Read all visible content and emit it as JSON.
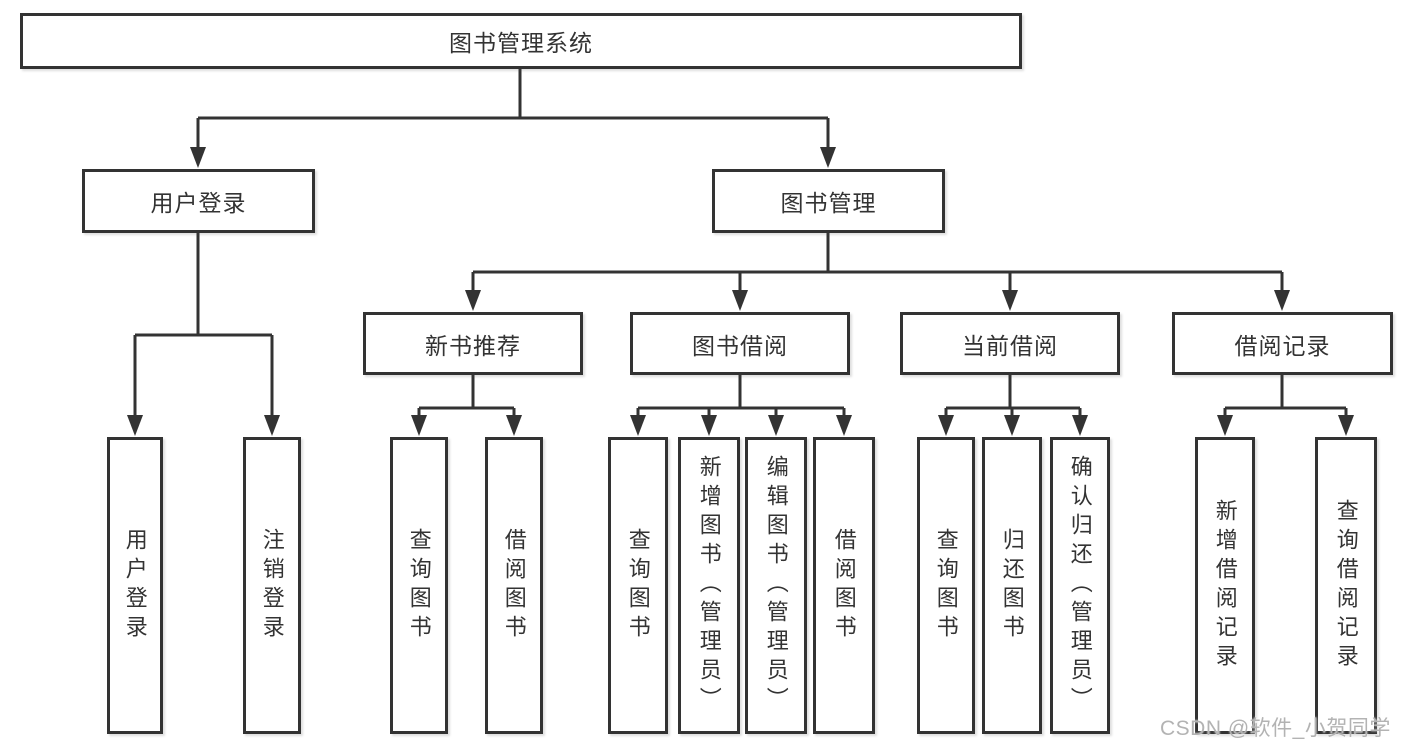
{
  "diagram": {
    "root": {
      "label": "图书管理系统"
    },
    "level2": [
      {
        "id": "user-login",
        "label": "用户登录",
        "children": [
          "用户登录",
          "注销登录"
        ]
      },
      {
        "id": "book-management",
        "label": "图书管理",
        "groups": [
          {
            "id": "new-book-recommend",
            "label": "新书推荐",
            "children": [
              "查询图书",
              "借阅图书"
            ]
          },
          {
            "id": "book-borrow",
            "label": "图书借阅",
            "children": [
              "查询图书",
              "新增图书（管理员）",
              "编辑图书（管理员）",
              "借阅图书"
            ]
          },
          {
            "id": "current-borrow",
            "label": "当前借阅",
            "children": [
              "查询图书",
              "归还图书",
              "确认归还（管理员）"
            ]
          },
          {
            "id": "borrow-record",
            "label": "借阅记录",
            "children": [
              "新增借阅记录",
              "查询借阅记录"
            ]
          }
        ]
      }
    ]
  },
  "watermark": {
    "text": "CSDN @软件_小贺同学"
  },
  "colors": {
    "line": "#333333",
    "text": "#333333",
    "box_fill": "#ffffff",
    "background": "#ffffff",
    "watermark": "#b3b3b3"
  }
}
